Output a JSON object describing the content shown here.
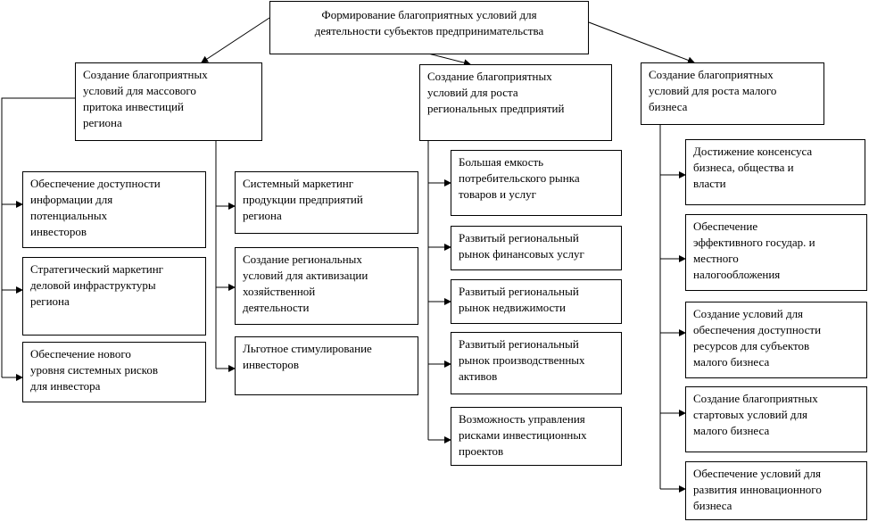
{
  "root": "Формирование благоприятных условий для\nдеятельности субъектов предпринимательства",
  "branches": {
    "investment": "Создание благоприятных\nусловий для массового\nпритока инвестиций\nрегиона",
    "regional": "Создание благоприятных\nусловий для роста\nрегиональных предприятий",
    "small": "Создание благоприятных\nусловий для роста малого\nбизнеса"
  },
  "investment_left": [
    "Обеспечение доступности\nинформации для\nпотенциальных\nинвесторов",
    "Стратегический маркетинг\nделовой инфраструктуры\nрегиона",
    "Обеспечение нового\nуровня системных рисков\nдля инвестора"
  ],
  "investment_right": [
    "Системный маркетинг\nпродукции предприятий\nрегиона",
    "Создание региональных\nусловий для активизации\nхозяйственной\nдеятельности",
    "Льготное стимулирование\nинвесторов"
  ],
  "regional_items": [
    "Большая емкость\nпотребительского рынка\nтоваров и услуг",
    "Развитый региональный\nрынок финансовых услуг",
    "Развитый региональный\nрынок недвижимости",
    "Развитый региональный\nрынок производственных\nактивов",
    "Возможность управления\nрисками инвестиционных\nпроектов"
  ],
  "small_items": [
    "Достижение консенсуса\nбизнеса, общества и\nвласти",
    "Обеспечение\nэффективного государ. и\nместного\nналогообложения",
    "Создание условий для\nобеспечения доступности\nресурсов для субъектов\nмалого бизнеса",
    "Создание благоприятных\nстартовых условий для\nмалого бизнеса",
    "Обеспечение условий для\nразвития инновационного\nбизнеса"
  ]
}
